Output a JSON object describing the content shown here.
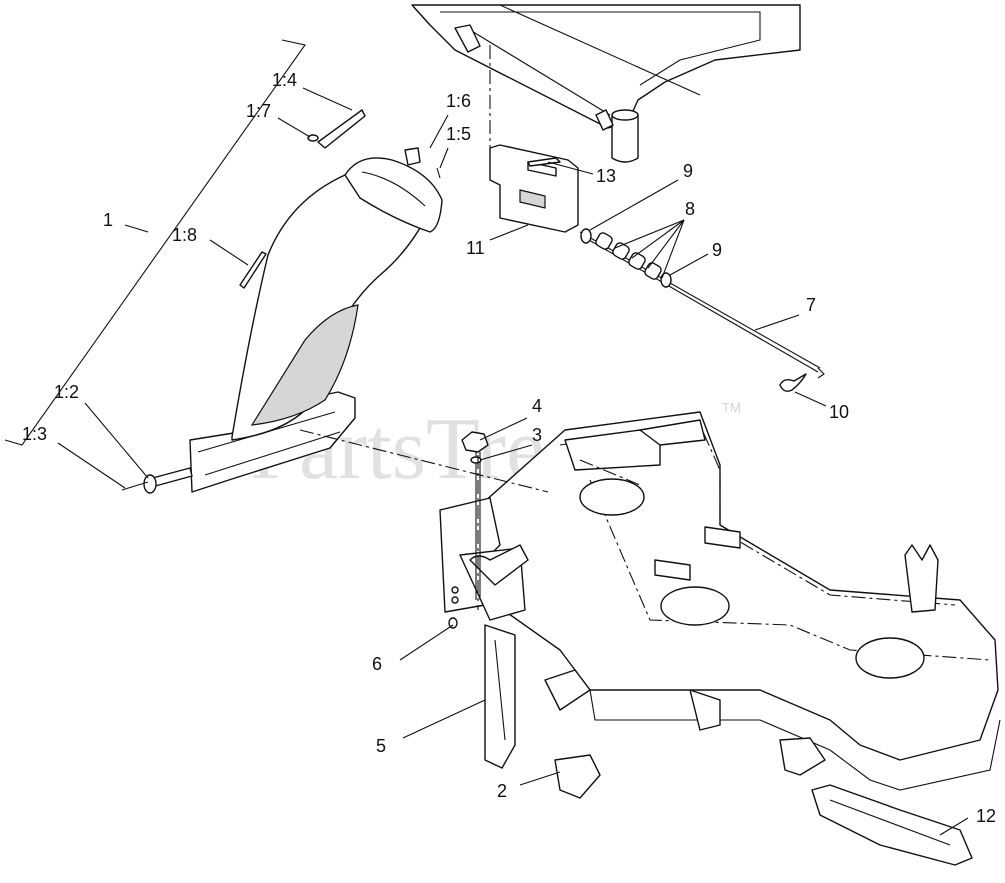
{
  "watermark": {
    "brand": "PartsTree",
    "trademark": "TM"
  },
  "callouts": [
    {
      "key": "c1",
      "label": "1"
    },
    {
      "key": "c1_2",
      "label": "1:2"
    },
    {
      "key": "c1_3",
      "label": "1:3"
    },
    {
      "key": "c1_4",
      "label": "1:4"
    },
    {
      "key": "c1_5",
      "label": "1:5"
    },
    {
      "key": "c1_6",
      "label": "1:6"
    },
    {
      "key": "c1_7",
      "label": "1:7"
    },
    {
      "key": "c1_8",
      "label": "1:8"
    },
    {
      "key": "c2",
      "label": "2"
    },
    {
      "key": "c3",
      "label": "3"
    },
    {
      "key": "c4",
      "label": "4"
    },
    {
      "key": "c5",
      "label": "5"
    },
    {
      "key": "c6",
      "label": "6"
    },
    {
      "key": "c7",
      "label": "7"
    },
    {
      "key": "c8",
      "label": "8"
    },
    {
      "key": "c9a",
      "label": "9"
    },
    {
      "key": "c9b",
      "label": "9"
    },
    {
      "key": "c10",
      "label": "10"
    },
    {
      "key": "c11",
      "label": "11"
    },
    {
      "key": "c12",
      "label": "12"
    },
    {
      "key": "c13",
      "label": "13"
    }
  ]
}
